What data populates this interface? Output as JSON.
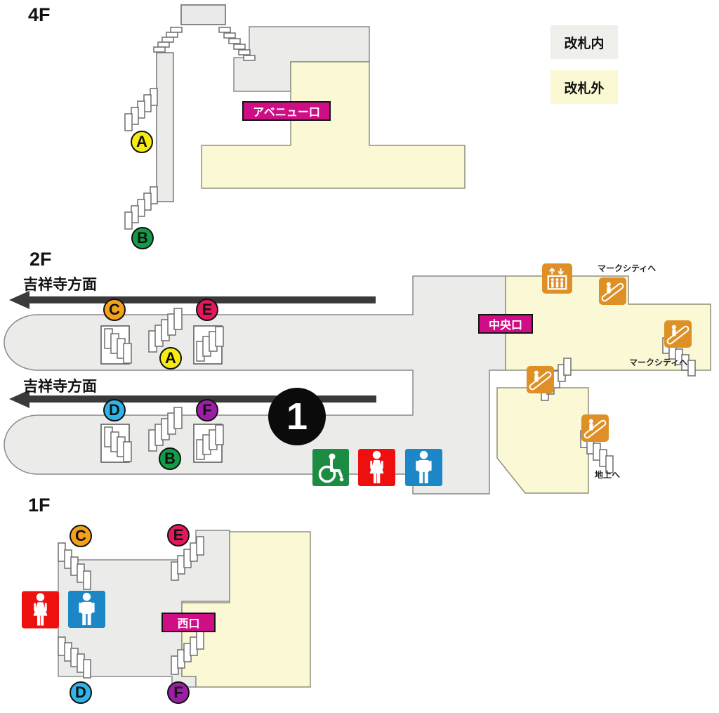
{
  "floors": {
    "f4": "4F",
    "f2": "2F",
    "f1": "1F"
  },
  "legend": {
    "inside_label": "改札内",
    "outside_label": "改札外"
  },
  "exits": {
    "avenue": "アベニュー口",
    "central": "中央口",
    "west": "西口"
  },
  "direction": {
    "kichijoji": "吉祥寺方面"
  },
  "destinations": {
    "mark_city": "マークシティへ",
    "ground": "地上へ"
  },
  "platform": {
    "number": "1"
  },
  "letters": {
    "A": {
      "label": "A",
      "color": "#f6eb0f"
    },
    "B": {
      "label": "B",
      "color": "#139c47"
    },
    "C": {
      "label": "C",
      "color": "#f3a11c"
    },
    "D": {
      "label": "D",
      "color": "#2db4e8"
    },
    "E": {
      "label": "E",
      "color": "#e4175d"
    },
    "F": {
      "label": "F",
      "color": "#9c1ea7"
    }
  },
  "colors": {
    "inside_fill": "#ebebe9",
    "outside_fill": "#fbf8d6",
    "exit_label_bg": "#cf0e86",
    "icon_orange": "#de9026",
    "restroom_red": "#ee100f",
    "restroom_blue": "#1b87c7",
    "wheelchair_green": "#1c8b43",
    "platform_badge": "#0b0b0b"
  }
}
